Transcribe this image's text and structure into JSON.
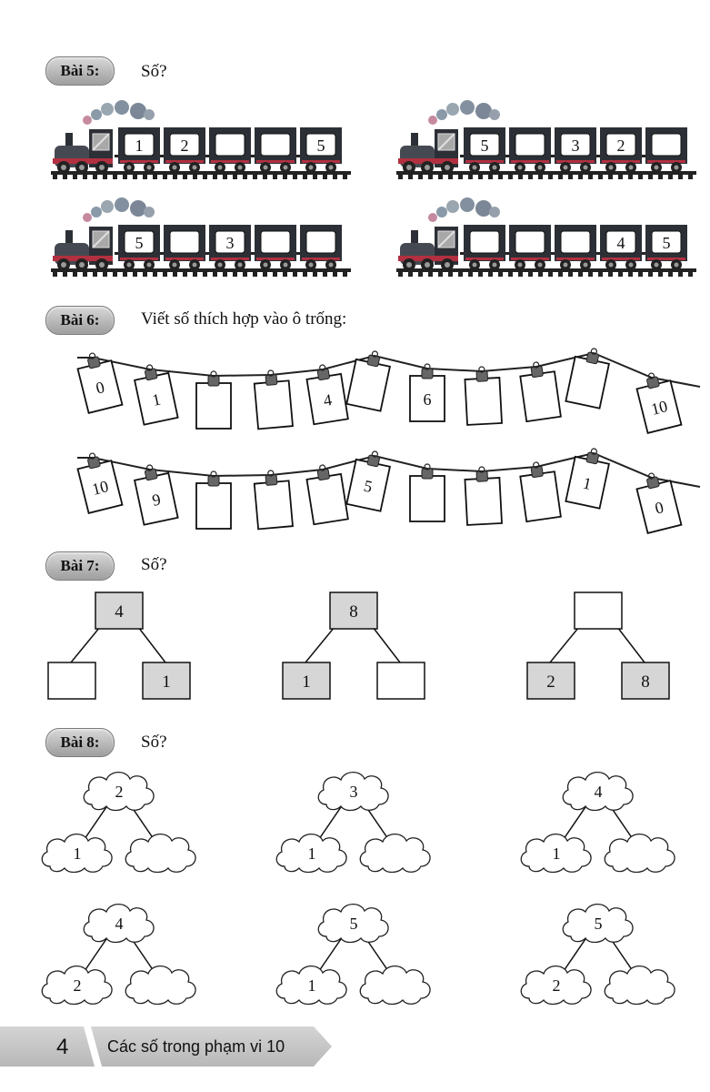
{
  "sections": {
    "bai5": {
      "badge": "Bài 5:",
      "prompt": "Số?",
      "trains": [
        [
          "1",
          "2",
          "",
          "",
          "5"
        ],
        [
          "5",
          "",
          "3",
          "2",
          ""
        ],
        [
          "5",
          "",
          "3",
          "",
          ""
        ],
        [
          "",
          "",
          "",
          "4",
          "5"
        ]
      ]
    },
    "bai6": {
      "badge": "Bài 6:",
      "prompt": "Viết số thích hợp vào ô trống:",
      "rows": [
        [
          "0",
          "1",
          "",
          "",
          "4",
          "",
          "6",
          "",
          "",
          "",
          "10"
        ],
        [
          "10",
          "9",
          "",
          "",
          "",
          "5",
          "",
          "",
          "",
          "1",
          "0"
        ]
      ]
    },
    "bai7": {
      "badge": "Bài 7:",
      "prompt": "Số?",
      "trees": [
        {
          "top": "4",
          "left": "",
          "right": "1"
        },
        {
          "top": "8",
          "left": "1",
          "right": ""
        },
        {
          "top": "",
          "left": "2",
          "right": "8"
        }
      ]
    },
    "bai8": {
      "badge": "Bài 8:",
      "prompt": "Số?",
      "trees": [
        {
          "top": "2",
          "left": "1",
          "right": ""
        },
        {
          "top": "3",
          "left": "1",
          "right": ""
        },
        {
          "top": "4",
          "left": "1",
          "right": ""
        },
        {
          "top": "4",
          "left": "2",
          "right": ""
        },
        {
          "top": "5",
          "left": "1",
          "right": ""
        },
        {
          "top": "5",
          "left": "2",
          "right": ""
        }
      ]
    }
  },
  "footer": {
    "page_number": "4",
    "title": "Các số trong phạm vi 10"
  }
}
